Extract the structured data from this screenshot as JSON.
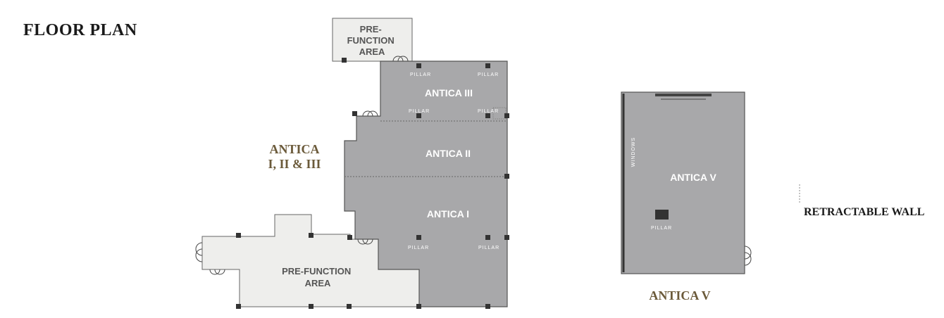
{
  "title": "FLOOR PLAN",
  "groups": {
    "antica_123": {
      "line1": "ANTICA",
      "line2": "I, II & III"
    },
    "antica_v": "ANTICA V",
    "retractable_wall": "RETRACTABLE WALL"
  },
  "rooms": {
    "antica_iii": "ANTICA III",
    "antica_ii": "ANTICA II",
    "antica_i": "ANTICA I",
    "antica_v": "ANTICA V"
  },
  "prefunction_top": [
    "PRE-",
    "FUNCTION",
    "AREA"
  ],
  "prefunction_bottom": [
    "PRE-FUNCTION",
    "AREA"
  ],
  "pillar": "PILLAR",
  "windows": "WINDOWS",
  "colors": {
    "room_fill": "#a8a8aa",
    "prefunction_fill": "#eeeeec",
    "outline": "#555555",
    "pillar": "#333333",
    "accent_text": "#6b5a3a"
  }
}
